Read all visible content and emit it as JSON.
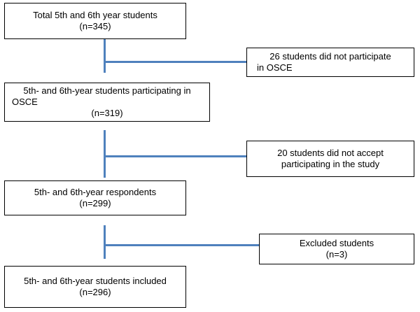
{
  "flowchart": {
    "main_boxes": [
      {
        "line1": "Total 5th and 6th year students",
        "line2": "",
        "line3": "(n=345)"
      },
      {
        "line1": "5th- and 6th-year students participating in",
        "line2": "OSCE",
        "line3": "(n=319)"
      },
      {
        "line1": "5th- and 6th-year respondents",
        "line2": "",
        "line3": "(n=299)"
      },
      {
        "line1": "5th- and 6th-year students included",
        "line2": "",
        "line3": "(n=296)"
      }
    ],
    "side_boxes": [
      {
        "line1": "26 students did not participate",
        "line2": "in OSCE"
      },
      {
        "line1": "20 students did not accept",
        "line2": "participating in the study"
      },
      {
        "line1": "Excluded students",
        "line2": "(n=3)"
      }
    ],
    "connector_color": "#4f81bd"
  }
}
